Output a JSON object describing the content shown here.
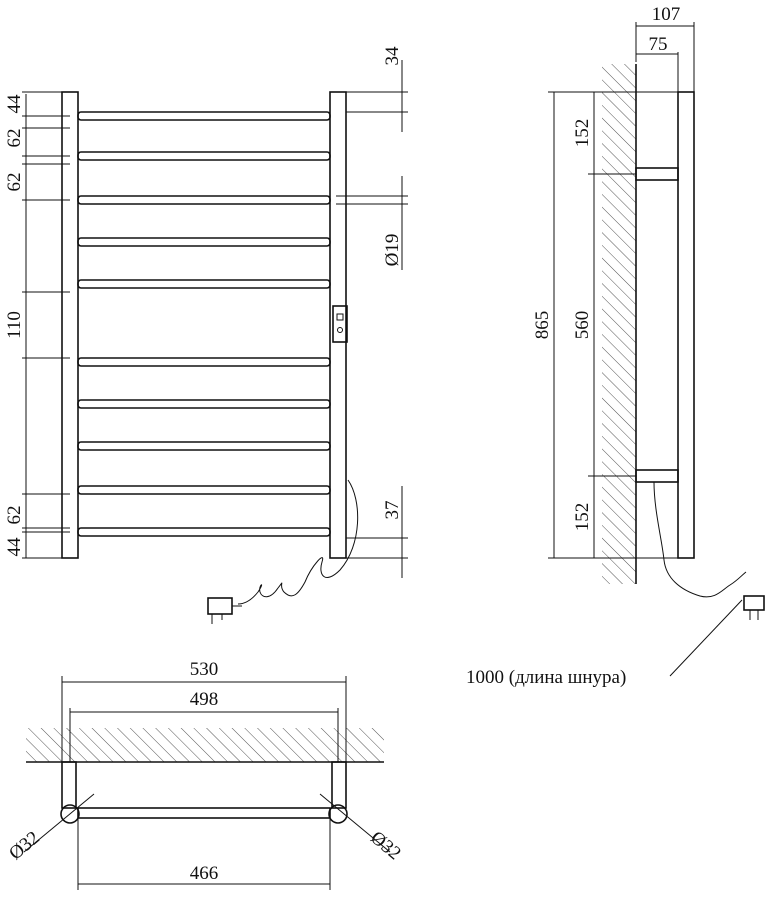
{
  "front_view": {
    "top_offset": "34",
    "pitch_top": "44",
    "pitch_a": "62",
    "pitch_b": "62",
    "tube_diameter": "Ø19",
    "pitch_gap": "110",
    "pitch_c": "62",
    "pitch_bottom": "44",
    "bottom_offset": "37"
  },
  "side_view": {
    "depth_total": "107",
    "depth_wall": "75",
    "height_total": "865",
    "bracket_top": "152",
    "bracket_spacing": "560",
    "bracket_bottom": "152",
    "cord_note": "1000 (длина шнура)"
  },
  "top_view": {
    "width_total": "530",
    "width_axis": "498",
    "width_inner": "466",
    "post_diameter_left": "Ø32",
    "post_diameter_right": "Ø32"
  },
  "colors": {
    "line": "#111111",
    "hatch": "#444444",
    "background": "#ffffff"
  }
}
